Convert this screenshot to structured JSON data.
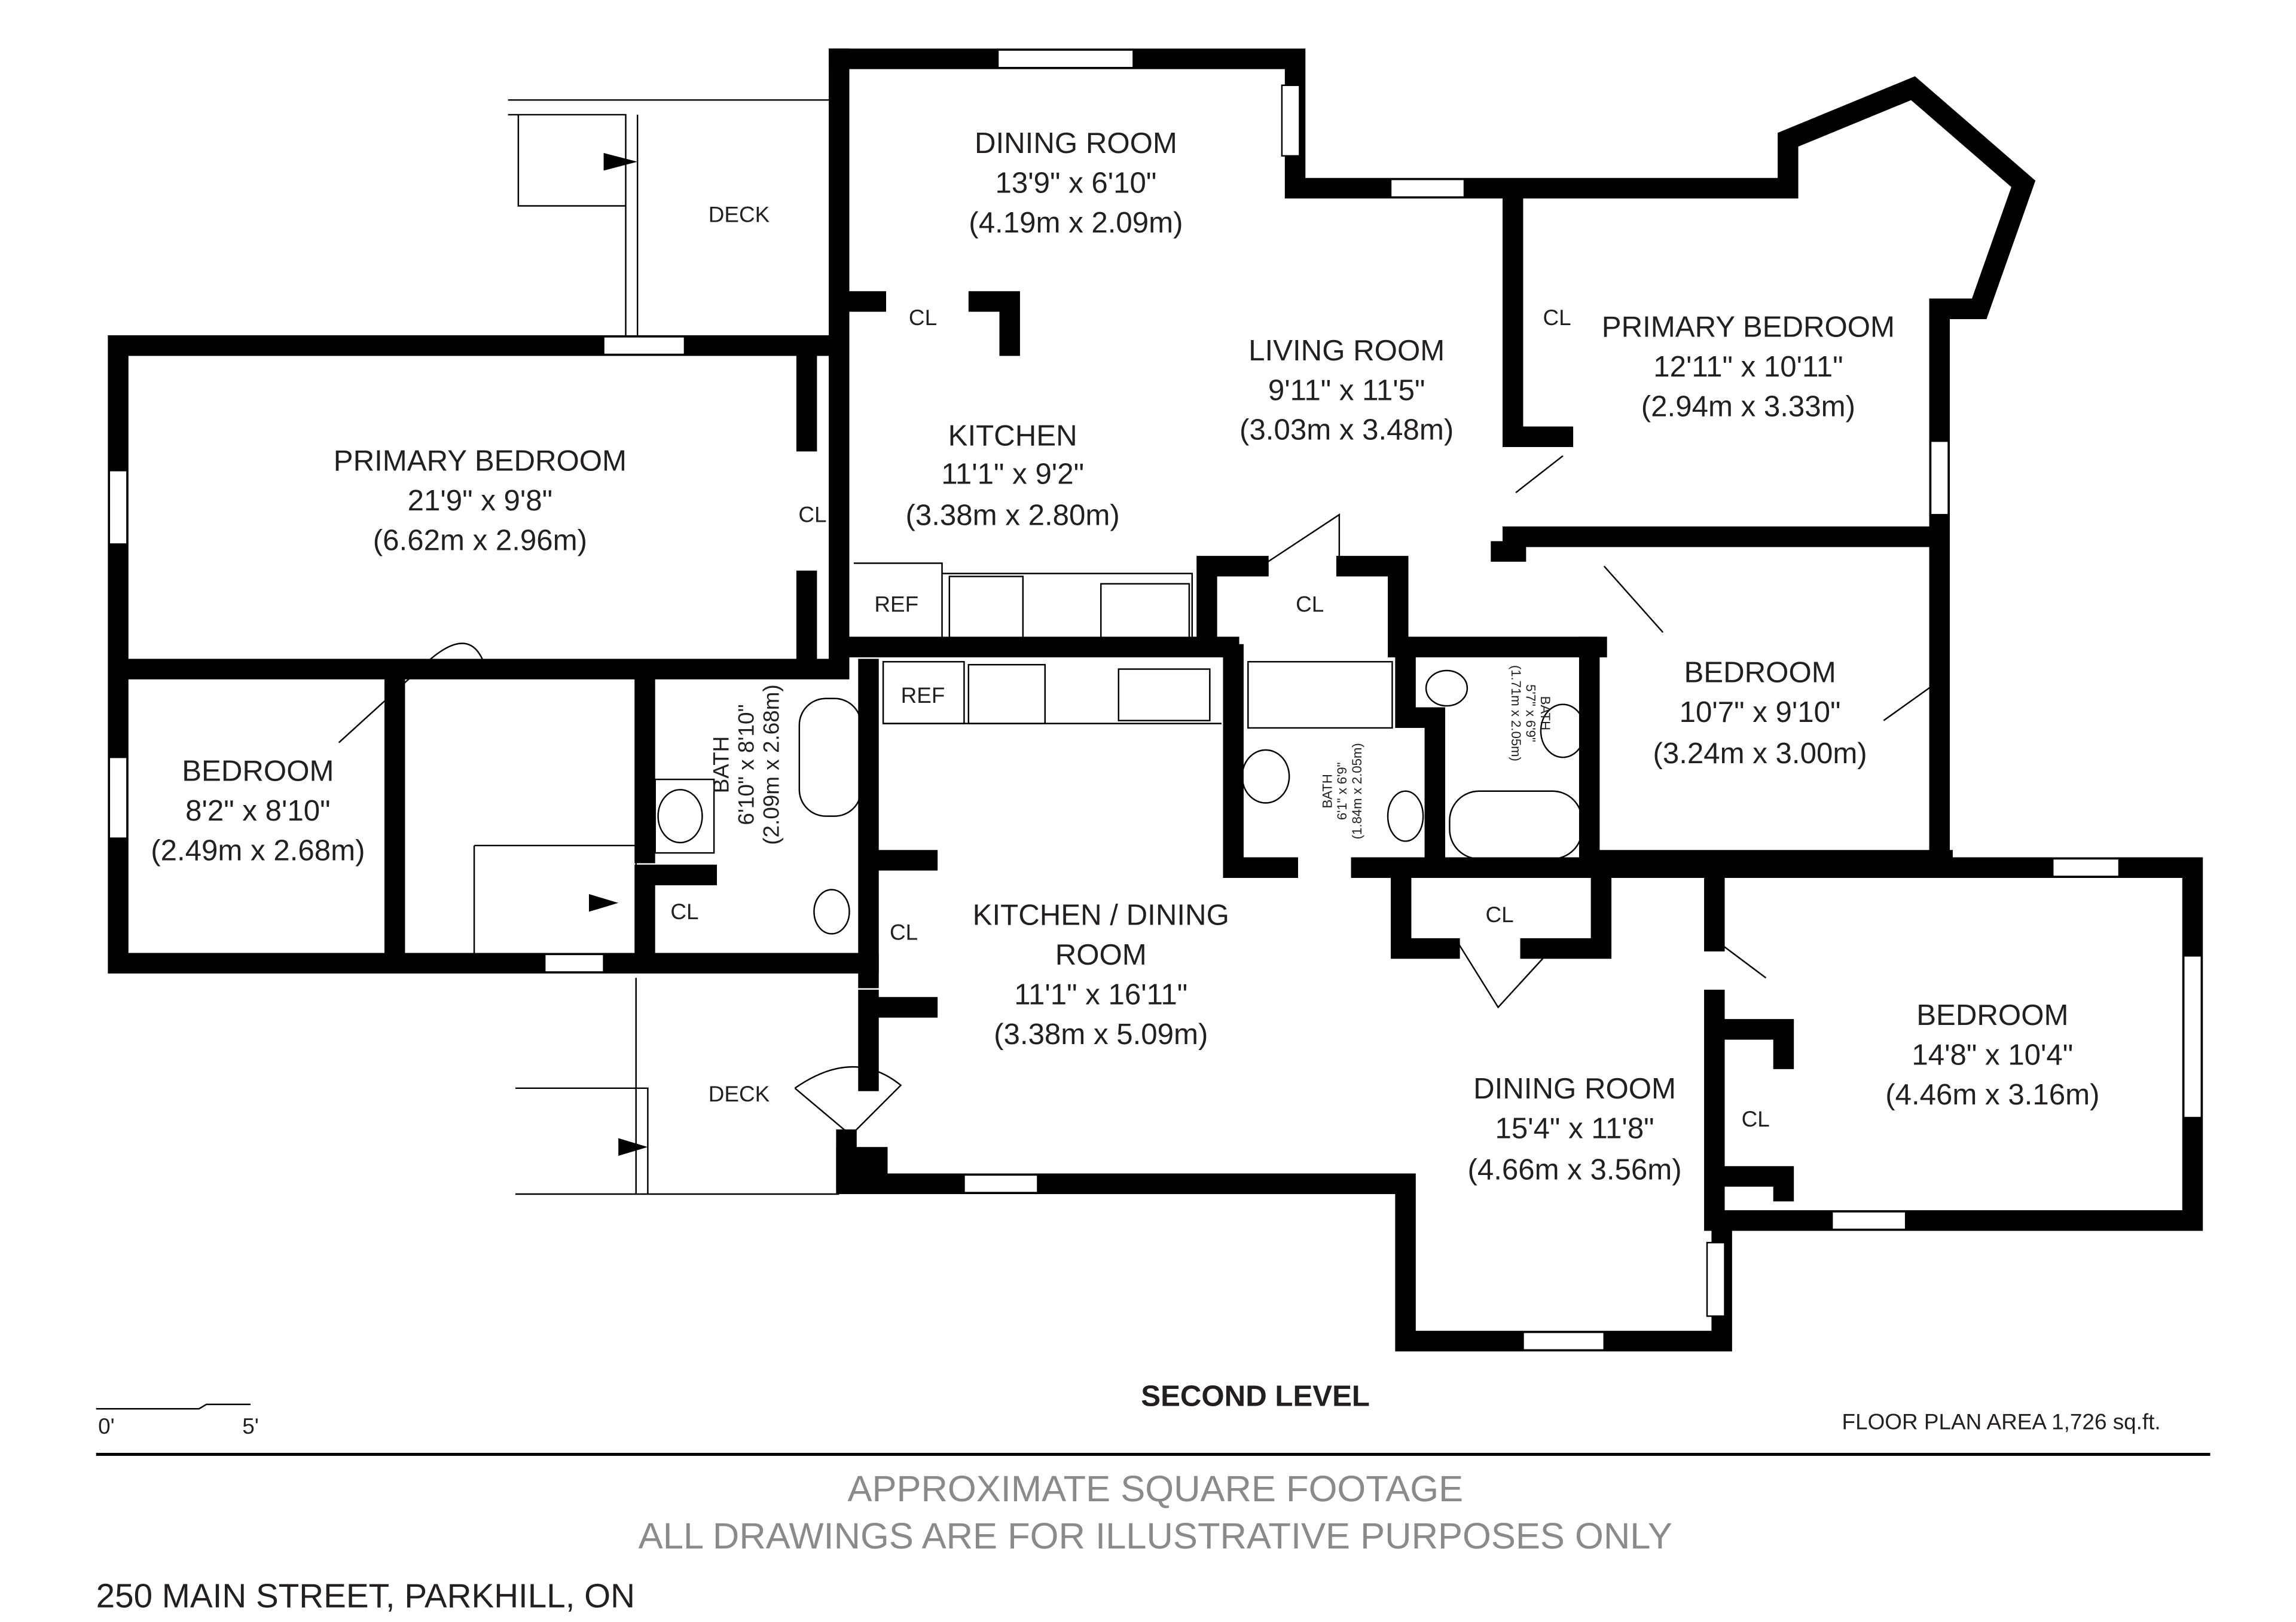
{
  "plan": {
    "level": "SECOND LEVEL",
    "area": "FLOOR PLAN AREA 1,726 sq.ft.",
    "scale": {
      "start": "0'",
      "end": "5'"
    },
    "rooms": [
      {
        "name": "DINING ROOM",
        "imperial": "13'9\" x 6'10\"",
        "metric": "(4.19m x 2.09m)"
      },
      {
        "name": "LIVING ROOM",
        "imperial": "9'11\" x 11'5\"",
        "metric": "(3.03m x 3.48m)"
      },
      {
        "name": "PRIMARY BEDROOM",
        "imperial": "12'11\" x 10'11\"",
        "metric": "(2.94m x 3.33m)"
      },
      {
        "name": "PRIMARY BEDROOM",
        "imperial": "21'9\" x 9'8\"",
        "metric": "(6.62m x 2.96m)"
      },
      {
        "name": "KITCHEN",
        "imperial": "11'1\" x 9'2\"",
        "metric": "(3.38m x 2.80m)"
      },
      {
        "name": "BEDROOM",
        "imperial": "10'7\" x 9'10\"",
        "metric": "(3.24m x 3.00m)"
      },
      {
        "name": "BEDROOM",
        "imperial": "8'2\" x 8'10\"",
        "metric": "(2.49m x 2.68m)"
      },
      {
        "name": "BATH",
        "imperial": "6'10\" x 8'10\"",
        "metric": "(2.09m x 2.68m)"
      },
      {
        "name": "BATH",
        "imperial": "6'1\" x 6'9\"",
        "metric": "(1.84m x 2.05m)"
      },
      {
        "name": "BATH",
        "imperial": "5'7\" x 6'9\"",
        "metric": "(1.71m x 2.05m)"
      },
      {
        "name": "KITCHEN / DINING",
        "name2": "ROOM",
        "imperial": "11'1\" x 16'11\"",
        "metric": "(3.38m x 5.09m)"
      },
      {
        "name": "BEDROOM",
        "imperial": "14'8\" x 10'4\"",
        "metric": "(4.46m x 3.16m)"
      },
      {
        "name": "DINING ROOM",
        "imperial": "15'4\" x 11'8\"",
        "metric": "(4.66m x 3.56m)"
      }
    ],
    "labels": {
      "deck": "DECK",
      "closet": "CL",
      "ref": "REF"
    }
  },
  "footer": {
    "line1": "APPROXIMATE SQUARE FOOTAGE",
    "line2": "ALL DRAWINGS ARE FOR ILLUSTRATIVE PURPOSES ONLY",
    "address": "250 MAIN STREET, PARKHILL, ON"
  }
}
